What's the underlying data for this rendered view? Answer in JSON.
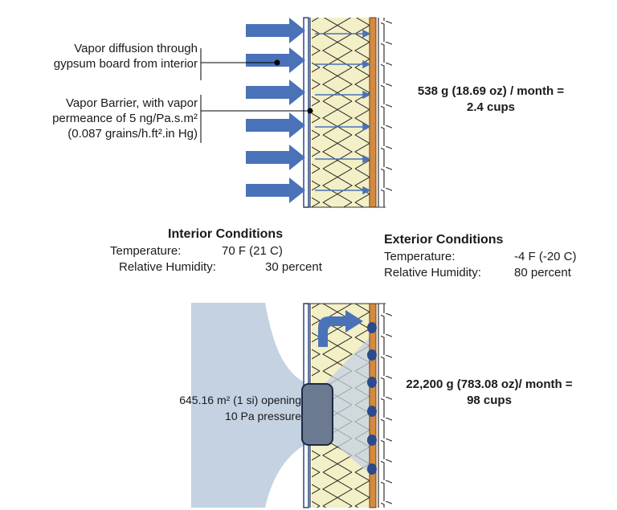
{
  "top": {
    "diffusion_label_1": "Vapor diffusion through",
    "diffusion_label_2": "gypsum board from interior",
    "barrier_label_1": "Vapor Barrier, with vapor",
    "barrier_label_2": "permeance of  5 ng/Pa.s.m²",
    "barrier_label_3": "(0.087 grains/h.ft².in Hg)",
    "result_line_1": "538 g (18.69 oz) / month =",
    "result_line_2": "2.4 cups"
  },
  "interior": {
    "heading": "Interior Conditions",
    "temp_label": "Temperature:",
    "temp_value": "70 F (21 C)",
    "rh_label": "Relative Humidity:",
    "rh_value": "30 percent"
  },
  "exterior": {
    "heading": "Exterior Conditions",
    "temp_label": "Temperature:",
    "temp_value": "-4 F (-20 C)",
    "rh_label": "Relative Humidity:",
    "rh_value": "80 percent"
  },
  "bottom": {
    "opening_label": "645.16 m² (1 si)  opening",
    "pressure_label": "10 Pa pressure",
    "result_line_1": "22,200 g (783.08 oz)/ month =",
    "result_line_2": "98 cups"
  },
  "colors": {
    "arrow_blue": "#4a72b8",
    "insulation": "#f3efc6",
    "air_flow": "#c4d2e2",
    "sheathing": "#d58a3e",
    "wallboard": "#2b4a8a"
  }
}
